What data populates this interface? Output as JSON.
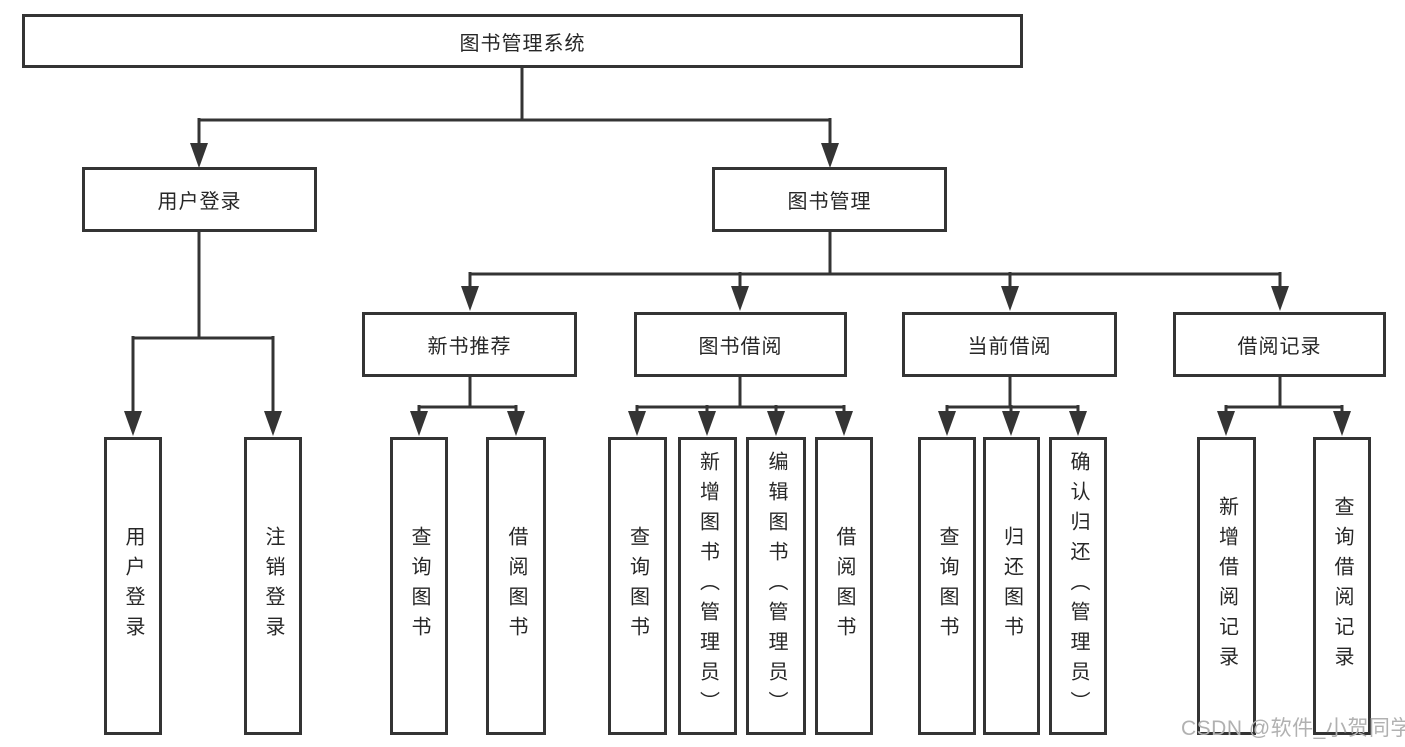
{
  "diagram": {
    "title": "图书管理系统",
    "root": {
      "label": "图书管理系统"
    },
    "level1": [
      {
        "label": "用户登录"
      },
      {
        "label": "图书管理"
      }
    ],
    "level2": [
      {
        "label": "新书推荐"
      },
      {
        "label": "图书借阅"
      },
      {
        "label": "当前借阅"
      },
      {
        "label": "借阅记录"
      }
    ],
    "leaves": {
      "user_login": [
        "用户登录",
        "注销登录"
      ],
      "new_book_recommend": [
        "查询图书",
        "借阅图书"
      ],
      "book_borrow": [
        "查询图书",
        "新增图书（管理员）",
        "编辑图书（管理员）",
        "借阅图书"
      ],
      "current_borrow": [
        "查询图书",
        "归还图书",
        "确认归还（管理员）"
      ],
      "borrow_records": [
        "新增借阅记录",
        "查询借阅记录"
      ]
    }
  },
  "watermark": {
    "text": "CSDN @软件_小贺同学"
  },
  "colors": {
    "line": "#343434",
    "box_border": "#343434",
    "text": "#272727",
    "background": "#ffffff",
    "watermark": "#b1b1b1"
  }
}
